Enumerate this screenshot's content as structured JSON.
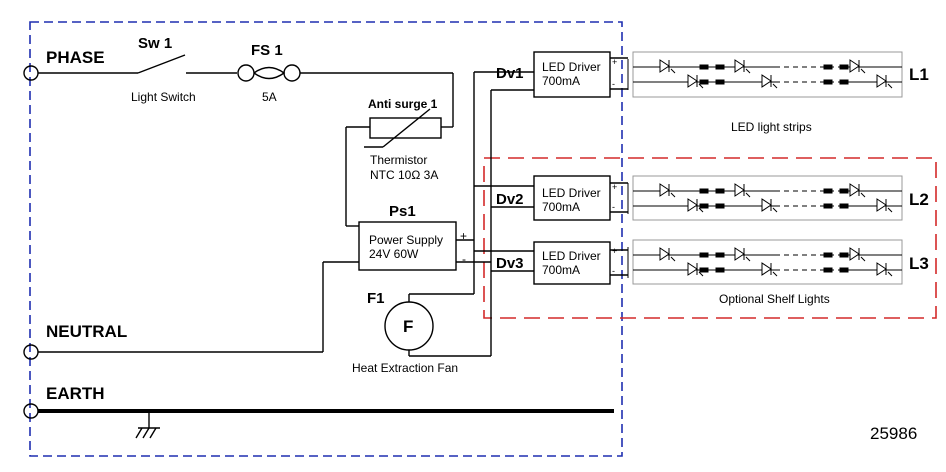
{
  "labels": {
    "phase": "PHASE",
    "neutral": "NEUTRAL",
    "earth": "EARTH"
  },
  "switch": {
    "ref": "Sw 1",
    "desc": "Light Switch"
  },
  "fuse": {
    "ref": "FS 1",
    "rating": "5A"
  },
  "antisurge": {
    "ref": "Anti surge 1",
    "desc_line1": "Thermistor",
    "desc_line2": "NTC 10Ω 3A"
  },
  "power_supply": {
    "ref": "Ps1",
    "line1": "Power Supply",
    "line2": "24V  60W",
    "plus": "+",
    "minus": "-"
  },
  "fan": {
    "ref": "F1",
    "symbol": "F",
    "desc": "Heat Extraction Fan"
  },
  "drivers": [
    {
      "ref": "Dv1",
      "line1": "LED Driver",
      "line2": "700mA",
      "plus": "+",
      "minus": "-"
    },
    {
      "ref": "Dv2",
      "line1": "LED Driver",
      "line2": "700mA",
      "plus": "+",
      "minus": "-"
    },
    {
      "ref": "Dv3",
      "line1": "LED Driver",
      "line2": "700mA",
      "plus": "+",
      "minus": "-"
    }
  ],
  "strips": [
    {
      "ref": "L1"
    },
    {
      "ref": "L2"
    },
    {
      "ref": "L3"
    }
  ],
  "captions": {
    "led_strips": "LED light strips",
    "optional": "Optional Shelf Lights"
  },
  "drawing_number": "25986",
  "colors": {
    "enclosure_border": "#1f2fb0",
    "optional_border": "#d42a2a",
    "wire": "#000000"
  }
}
